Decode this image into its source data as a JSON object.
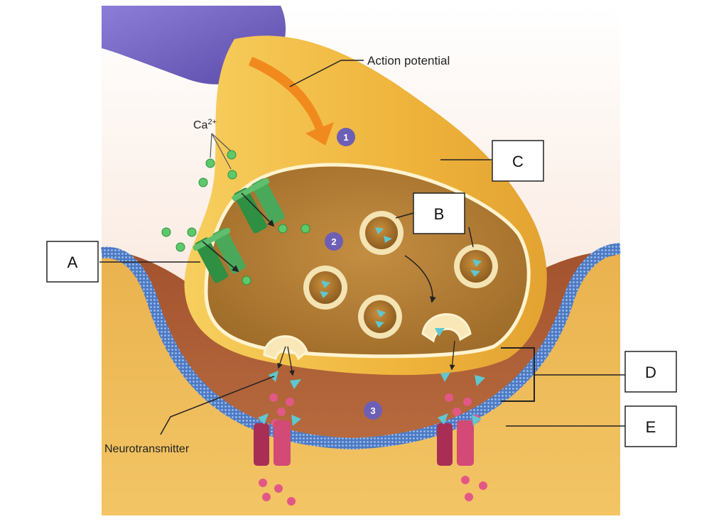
{
  "labels": {
    "action_potential": "Action potential",
    "calcium": "Ca",
    "calcium_charge": "2+",
    "neurotransmitter": "Neurotransmitter"
  },
  "boxes": {
    "a": "A",
    "b": "B",
    "c": "C",
    "d": "D",
    "e": "E"
  },
  "steps": {
    "one": "1",
    "two": "2",
    "three": "3"
  },
  "colors": {
    "axon_purple": "#7a6bc4",
    "terminal_yellow": "#f2bf48",
    "cytoplasm_brown": "#b07a32",
    "cleft_brown": "#9a4a2a",
    "membrane_blue": "#5b86c9",
    "channel_green": "#4aa85a",
    "receptor_pink": "#c23a63",
    "neurotransmitter_cyan": "#5fc7cf",
    "calcium_green": "#5cc96a",
    "arrow_orange": "#f08a1e",
    "step_purple": "#6d5fb5"
  }
}
